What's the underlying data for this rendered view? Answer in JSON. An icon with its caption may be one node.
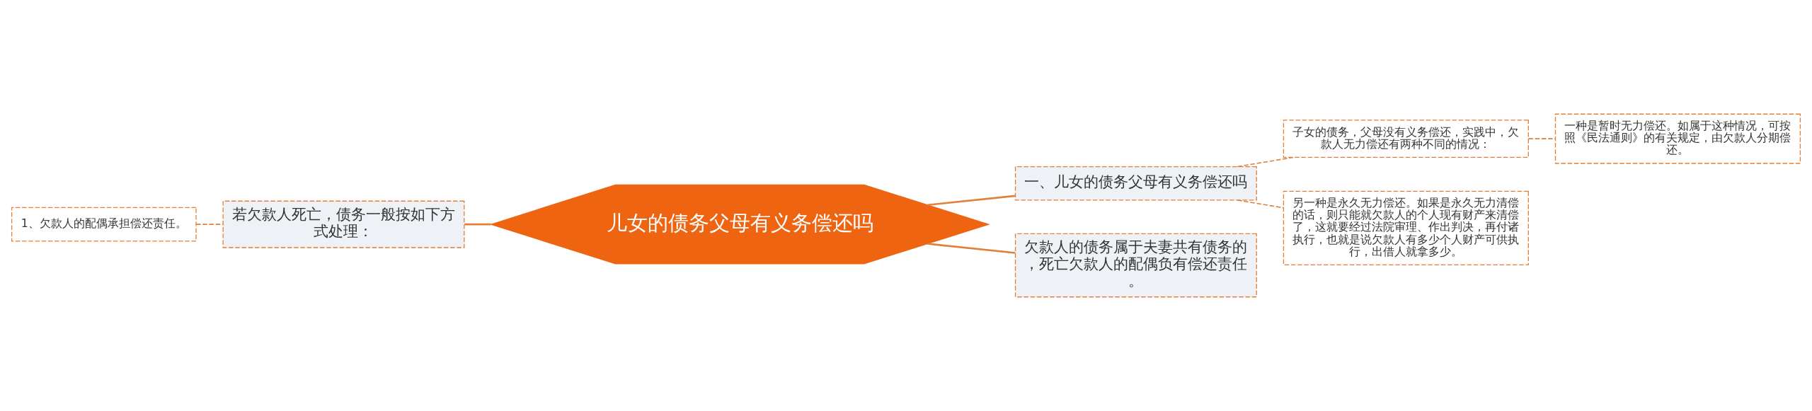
{
  "diagram": {
    "nodes": [
      {
        "text": [
          "儿女的债务父母有义务偿还吗"
        ]
      },
      {
        "text": [
          "一、儿女的债务父母有义务偿还吗"
        ]
      },
      {
        "text": [
          "子女的债务，父母没有义务偿还，实践中，欠款人无力偿还有两种不同的情况："
        ]
      },
      {
        "text": [
          "一种是暂时无力偿还。如属于这种情况，可按照《民法通则》的有关规定，由欠款人分期偿还。"
        ]
      },
      {
        "text": [
          "另一种是永久无力偿还。如果是永久无力清偿的话，则只能就欠款人的个人现有财产来清偿了，这就要经过法院审理、作出判决，再付诸执行，也就是说欠款人有多少个人财产可供执行，出借人就拿多少。"
        ]
      },
      {
        "text": [
          "欠款人的债务属于夫妻共有债务的，死亡欠款人的配偶负有偿还责任。"
        ]
      },
      {
        "text": [
          "若欠款人死亡，债务一般按如下方式处理："
        ]
      },
      {
        "text": [
          "1、欠款人的配偶承担偿还责任。"
        ]
      }
    ],
    "edges": [
      {
        "from": 0,
        "to": 1,
        "arrow": "none"
      },
      {
        "from": 1,
        "to": 2,
        "arrow": "none",
        "style": "dashed"
      },
      {
        "from": 2,
        "to": 3,
        "arrow": "none",
        "style": "dashed"
      },
      {
        "from": 1,
        "to": 4,
        "arrow": "none",
        "style": "dashed"
      },
      {
        "from": 0,
        "to": 5,
        "arrow": "none"
      },
      {
        "from": 0,
        "to": 6,
        "arrow": "none"
      },
      {
        "from": 6,
        "to": 7,
        "arrow": "none",
        "style": "dashed"
      }
    ]
  }
}
